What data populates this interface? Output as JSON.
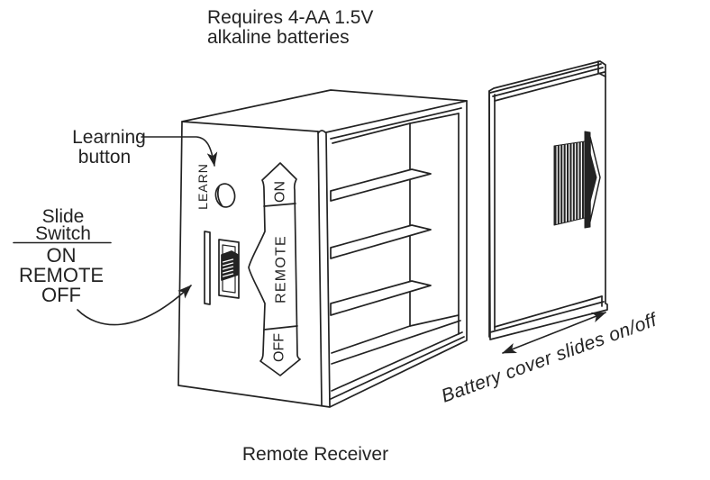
{
  "note": {
    "line1": "Requires 4-AA 1.5V",
    "line2": "alkaline batteries"
  },
  "callouts": {
    "learning": {
      "line1": "Learning",
      "line2": "button"
    },
    "slide_switch": {
      "line1": "Slide",
      "line2": "Switch",
      "on": "ON",
      "remote": "REMOTE",
      "off": "OFF"
    }
  },
  "device": {
    "learn": "LEARN",
    "on": "ON",
    "remote": "REMOTE",
    "off": "OFF"
  },
  "cover": {
    "caption": "Battery cover slides on/off"
  },
  "caption": "Remote Receiver",
  "colors": {
    "ink": "#232323",
    "background": "#ffffff"
  }
}
